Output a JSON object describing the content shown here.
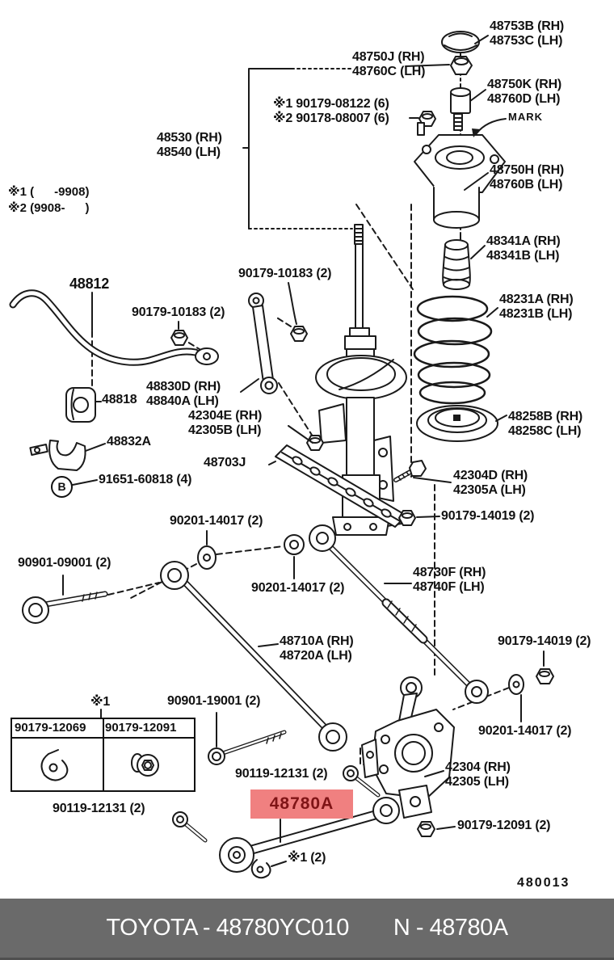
{
  "footer": {
    "left": "TOYOTA - 48780YC010",
    "right": "N - 48780A",
    "bg": "#6A6A6A",
    "fg": "#FFFFFF"
  },
  "diagram_code": "480013",
  "highlight": {
    "text": "48780A",
    "bg": "#F08080",
    "fg": "#7F1416"
  },
  "footnotes": {
    "text": "※1 (      -9908)\n※2 (9908-      )"
  },
  "ref_box": {
    "left_header": "90179-12069",
    "right_header": "90179-12091"
  },
  "callout_b": "B",
  "labels": {
    "l48753": {
      "text": "48753B (RH)\n48753C (LH)"
    },
    "l48750J": {
      "text": "48750J (RH)\n48760C (LH)"
    },
    "l48750K": {
      "text": "48750K (RH)\n48760D (LH)"
    },
    "lmark": {
      "text": "MARK"
    },
    "lbolt6": {
      "text": "※1 90179-08122 (6)\n※2 90178-08007 (6)"
    },
    "l48530": {
      "text": "48530 (RH)\n48540 (LH)"
    },
    "l48750H": {
      "text": "48750H (RH)\n48760B (LH)"
    },
    "l48341": {
      "text": "48341A (RH)\n48341B (LH)"
    },
    "l10183a": {
      "text": "90179-10183 (2)"
    },
    "l48812": {
      "text": "48812"
    },
    "l10183b": {
      "text": "90179-10183 (2)"
    },
    "l48231": {
      "text": "48231A (RH)\n48231B (LH)"
    },
    "l48830": {
      "text": "48830D (RH)\n48840A (LH)"
    },
    "l48818": {
      "text": "48818"
    },
    "l42304E": {
      "text": "42304E (RH)\n42305B (LH)"
    },
    "l48832A": {
      "text": "48832A"
    },
    "l48258": {
      "text": "48258B (RH)\n48258C (LH)"
    },
    "l48703J": {
      "text": "48703J"
    },
    "l91651": {
      "text": "91651-60818 (4)"
    },
    "l42304D": {
      "text": "42304D (RH)\n42305A (LH)"
    },
    "l14017a": {
      "text": "90201-14017 (2)"
    },
    "l14019a": {
      "text": "90179-14019 (2)"
    },
    "l09001": {
      "text": "90901-09001 (2)"
    },
    "l14017b": {
      "text": "90201-14017 (2)"
    },
    "l48730F": {
      "text": "48730F (RH)\n48740F (LH)"
    },
    "l48710A": {
      "text": "48710A (RH)\n48720A (LH)"
    },
    "l14019b": {
      "text": "90179-14019 (2)"
    },
    "l19001": {
      "text": "90901-19001 (2)"
    },
    "lstar1": {
      "text": "※1"
    },
    "l14017c": {
      "text": "90201-14017 (2)"
    },
    "l12131a": {
      "text": "90119-12131 (2)"
    },
    "l42304": {
      "text": "42304 (RH)\n42305 (LH)"
    },
    "l12131b": {
      "text": "90119-12131 (2)"
    },
    "l12091": {
      "text": "90179-12091 (2)"
    },
    "lstar12": {
      "text": "※1 (2)"
    }
  }
}
